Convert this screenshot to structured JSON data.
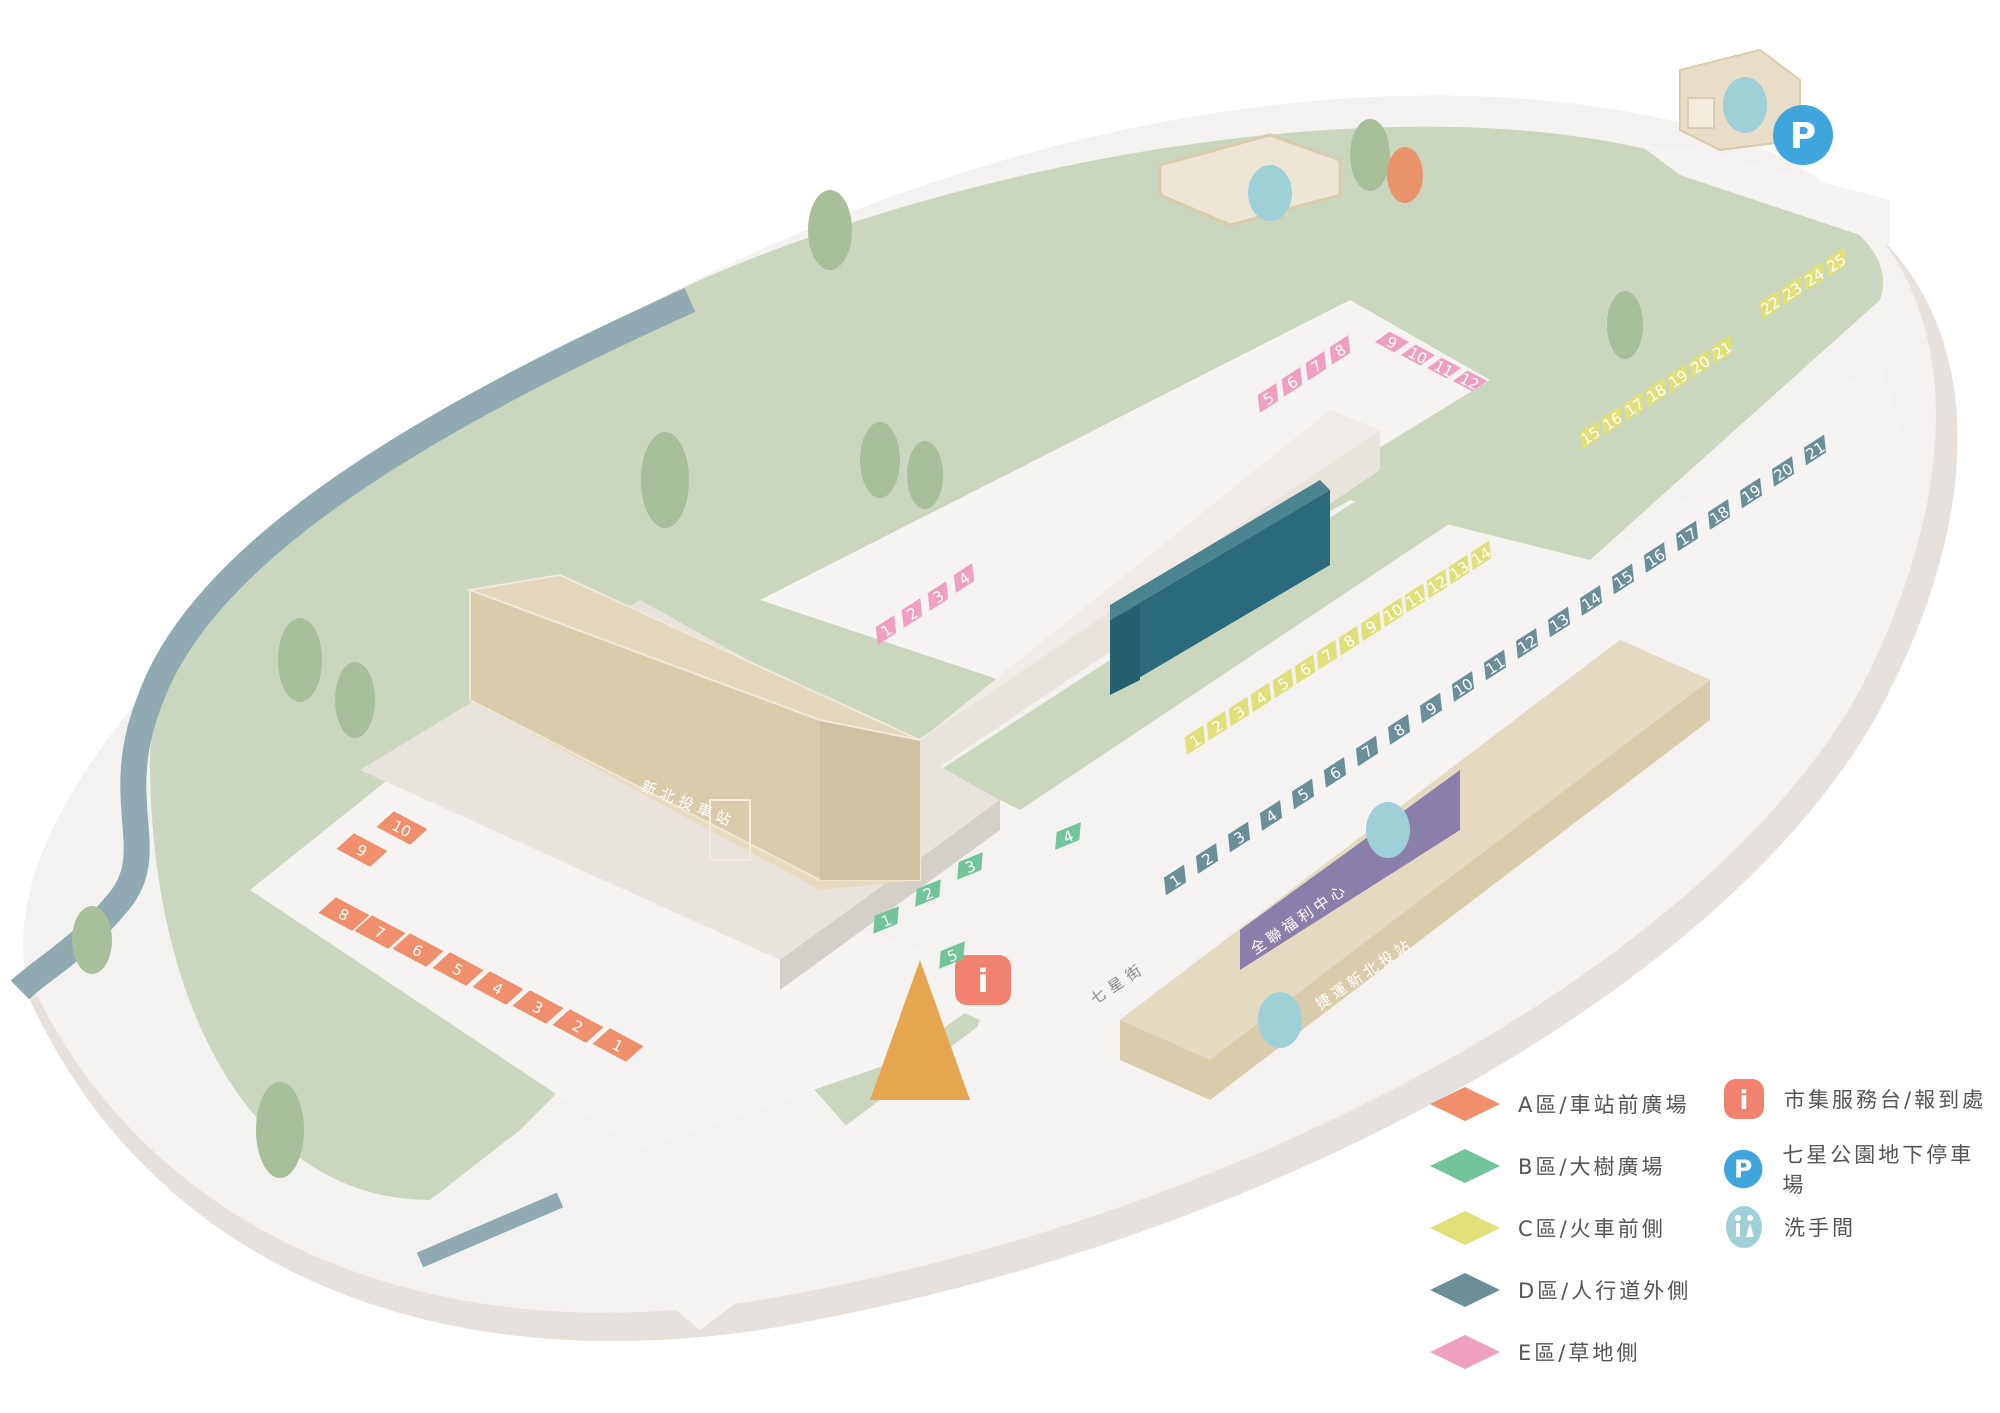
{
  "colors": {
    "zone_a": "#ef8f6b",
    "zone_b": "#72c49a",
    "zone_c": "#dfe07a",
    "zone_d": "#6b8f98",
    "zone_e": "#ef9fbf",
    "grass": "#cbd6bf",
    "path": "#f2f0ee",
    "river": "#8faab0",
    "building": "#d8ccaa",
    "train": "#2b6a7c",
    "info": "#f0826f",
    "parking": "#3fa6dd",
    "restroom": "#9fd0d8",
    "welfare": "#8a7fab"
  },
  "map": {
    "station_label": "新北投車站",
    "street_label": "七星街",
    "welfare_label": "全聯福利中心",
    "mrt_label": "捷運新北投站",
    "icon_info": "info-icon",
    "icon_parking": "parking-icon",
    "icon_restroom": "restroom-icon",
    "icon_accessible": "accessible-icon",
    "parking_letter": "P",
    "info_letter": "i"
  },
  "zones": {
    "a": [
      "1",
      "2",
      "3",
      "4",
      "5",
      "6",
      "7",
      "8",
      "9",
      "10"
    ],
    "b": [
      "1",
      "2",
      "3",
      "4",
      "5"
    ],
    "c": [
      "1",
      "2",
      "3",
      "4",
      "5",
      "6",
      "7",
      "8",
      "9",
      "10",
      "11",
      "12",
      "13",
      "14",
      "15",
      "16",
      "17",
      "18",
      "19",
      "20",
      "21",
      "22",
      "23",
      "24",
      "25"
    ],
    "d": [
      "1",
      "2",
      "3",
      "4",
      "5",
      "6",
      "7",
      "8",
      "9",
      "10",
      "11",
      "12",
      "13",
      "14",
      "15",
      "16",
      "17",
      "18",
      "19",
      "20",
      "21"
    ],
    "e": [
      "1",
      "2",
      "3",
      "4",
      "5",
      "6",
      "7",
      "8",
      "9",
      "10",
      "11",
      "12"
    ]
  },
  "legend": {
    "zone_a": "A區/車站前廣場",
    "zone_b": "B區/大樹廣場",
    "zone_c": "C區/火車前側",
    "zone_d": "D區/人行道外側",
    "zone_e": "E區/草地側",
    "info": "市集服務台/報到處",
    "parking": "七星公園地下停車場",
    "restroom": "洗手間"
  }
}
